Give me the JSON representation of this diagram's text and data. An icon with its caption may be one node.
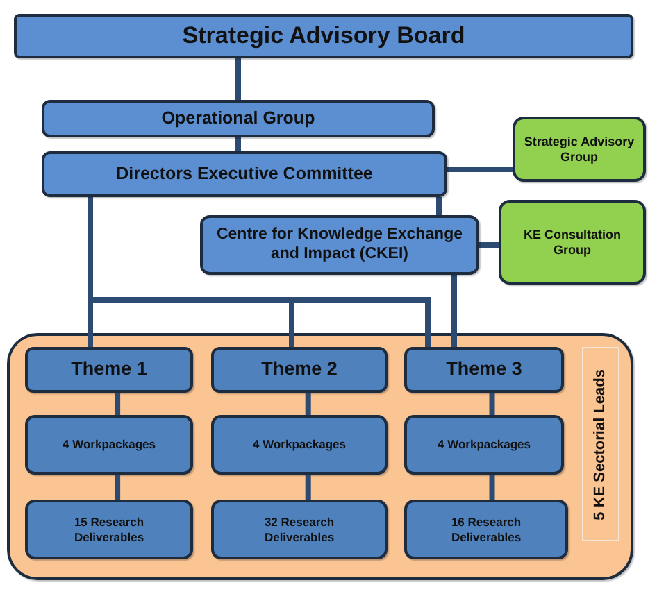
{
  "diagram": {
    "nodes": [
      {
        "text": [
          "Strategic  Advisory Board"
        ]
      },
      {
        "text": [
          "Operational Group"
        ]
      },
      {
        "text": [
          "Directors Executive Committee"
        ]
      },
      {
        "text": [
          "Strategic Advisory Group"
        ]
      },
      {
        "text": [
          "Centre for Knowledge Exchange and Impact (CKEI)"
        ]
      },
      {
        "text": [
          "KE Consultation Group"
        ]
      },
      {
        "text": [],
        "shape": "box"
      },
      {
        "text": [
          "Theme 1"
        ],
        "in": 6
      },
      {
        "text": [
          "Theme 2"
        ],
        "in": 6
      },
      {
        "text": [
          "Theme 3"
        ],
        "in": 6
      },
      {
        "text": [
          "4 Workpackages"
        ],
        "in": 6
      },
      {
        "text": [
          "4 Workpackages"
        ],
        "in": 6
      },
      {
        "text": [
          "4 Workpackages"
        ],
        "in": 6
      },
      {
        "text": [
          "15 Research Deliverables"
        ],
        "in": 6
      },
      {
        "text": [
          "32 Research Deliverables"
        ],
        "in": 6
      },
      {
        "text": [
          "16 Research Deliverables"
        ],
        "in": 6
      },
      {
        "text": [
          "5 KE Sectorial Leads"
        ],
        "in": 6
      }
    ],
    "edges": [
      {
        "from": 0,
        "to": 1,
        "arrow": "none"
      },
      {
        "from": 1,
        "to": 2,
        "arrow": "none"
      },
      {
        "from": 2,
        "to": 3,
        "arrow": "none"
      },
      {
        "from": 2,
        "to": 4,
        "arrow": "none"
      },
      {
        "from": 4,
        "to": 5,
        "arrow": "none"
      },
      {
        "from": 2,
        "to": 7,
        "arrow": "none"
      },
      {
        "from": 2,
        "to": 8,
        "arrow": "none"
      },
      {
        "from": 2,
        "to": 9,
        "arrow": "none"
      },
      {
        "from": 4,
        "to": 9,
        "arrow": "none"
      },
      {
        "from": 7,
        "to": 10,
        "arrow": "none"
      },
      {
        "from": 8,
        "to": 11,
        "arrow": "none"
      },
      {
        "from": 9,
        "to": 12,
        "arrow": "none"
      },
      {
        "from": 10,
        "to": 13,
        "arrow": "none"
      },
      {
        "from": 11,
        "to": 14,
        "arrow": "none"
      },
      {
        "from": 12,
        "to": 15,
        "arrow": "none"
      }
    ]
  }
}
